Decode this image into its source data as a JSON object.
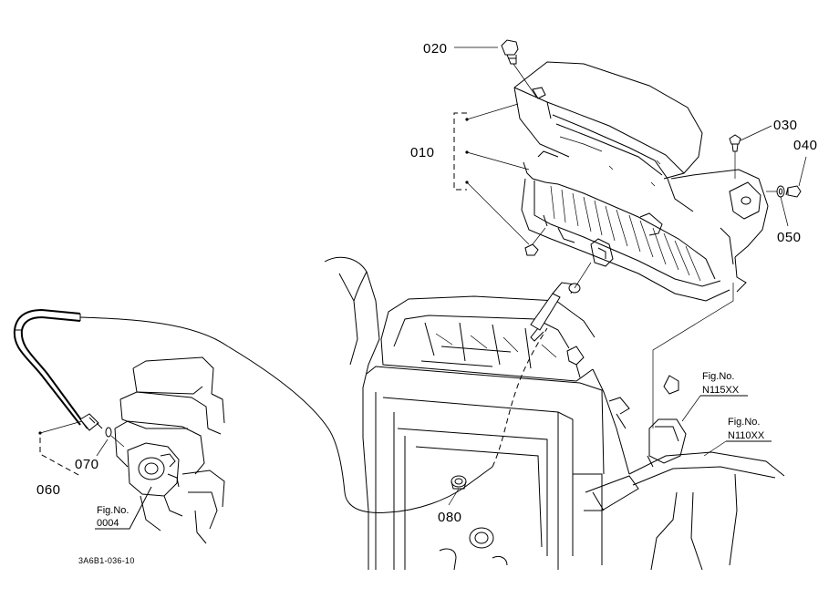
{
  "part_labels": {
    "p010": "010",
    "p020": "020",
    "p030": "030",
    "p040": "040",
    "p050": "050",
    "p060": "060",
    "p070": "070",
    "p080": "080"
  },
  "figure_refs": {
    "n115": {
      "title": "Fig.No.",
      "code": "N115XX"
    },
    "n110": {
      "title": "Fig.No.",
      "code": "N110XX"
    },
    "f0004": {
      "title": "Fig.No.",
      "code": "0004"
    }
  },
  "drawing_code": "3A6B1-036-10"
}
